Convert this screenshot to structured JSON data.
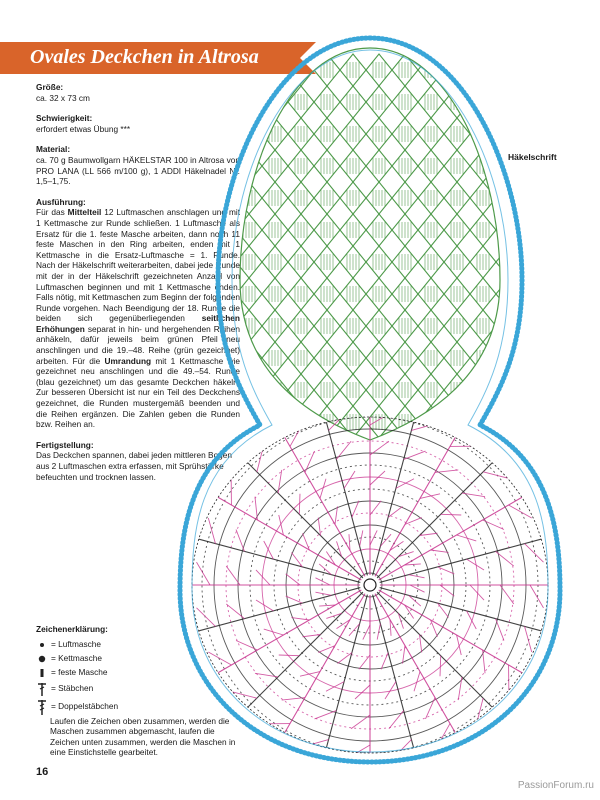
{
  "title": "Ovales Deckchen in Altrosa",
  "sections": {
    "size_heading": "Größe:",
    "size_text": "ca. 32 x 73 cm",
    "difficulty_heading": "Schwierigkeit:",
    "difficulty_text": "erfordert etwas Übung ***",
    "material_heading": "Material:",
    "material_text": "ca. 70 g Baumwollgarn HÄKELSTAR 100 in Altrosa von PRO LANA (LL 566 m/100 g), 1 ADDI Häkelnadel Nr. 1,5–1,75.",
    "instructions_heading": "Ausführung:",
    "instructions_p1_a": "Für das ",
    "instructions_p1_bold": "Mittelteil",
    "instructions_p1_b": " 12 Luftmaschen anschlagen und mit 1 Kettmasche zur Runde schließen. 1 Luftmasche als Ersatz für die 1. feste Masche arbeiten, dann noch 11 feste Maschen in den Ring arbeiten, enden mit 1 Kettmasche in die Ersatz-Luftmasche = 1. Runde. Nach der Häkelschrift weiterarbeiten, dabei jede Runde mit der in der Häkelschrift gezeichneten Anzahl von Luftmaschen beginnen und mit 1 Kettmasche enden. Falls nötig, mit Kettmaschen zum Beginn der folgenden Runde vorgehen. Nach Beendigung der 18. Runde die beiden sich gegenüberliegenden ",
    "instructions_p1_bold2": "seitlichen Erhöhungen",
    "instructions_p1_c": " separat in hin- und hergehenden Reihen anhäkeln, dafür jeweils beim grünen Pfeil neu anschlingen und die 19.–48. Reihe (grün gezeichnet) arbeiten. Für die ",
    "instructions_p1_bold3": "Umrandung",
    "instructions_p1_d": " mit 1 Kettmasche wie gezeichnet neu anschlingen und die 49.–54. Runde (blau gezeichnet) um das gesamte Deckchen häkeln. Zur besseren Übersicht ist nur ein Teil des Deckchens gezeichnet, die Runden mustergemäß beenden und die Reihen ergänzen. Die Zahlen geben die Runden bzw. Reihen an.",
    "finishing_heading": "Fertigstellung:",
    "finishing_text": "Das Deckchen spannen, dabei jeden mittleren Bogen aus 2 Luftmaschen extra erfassen, mit Sprühstärke befeuchten und trocknen lassen."
  },
  "legend": {
    "heading": "Zeichenerklärung:",
    "items": [
      "= Luftmasche",
      "= Kettmasche",
      "= feste Masche",
      "= Stäbchen",
      "= Doppelstäbchen"
    ],
    "note": "Laufen die Zeichen oben zusammen, werden die Maschen zusammen abgemascht, laufen die Zeichen unten zusammen, werden die Maschen in eine Einstichstelle gearbeitet."
  },
  "chart_label": "Häkelschrift",
  "page_number": "16",
  "watermark": "PassionForum.ru",
  "colors": {
    "banner": "#d9642a",
    "blue": "#3aa6d8",
    "green": "#4e9a4a",
    "pink": "#c8338f",
    "dark": "#222222"
  }
}
